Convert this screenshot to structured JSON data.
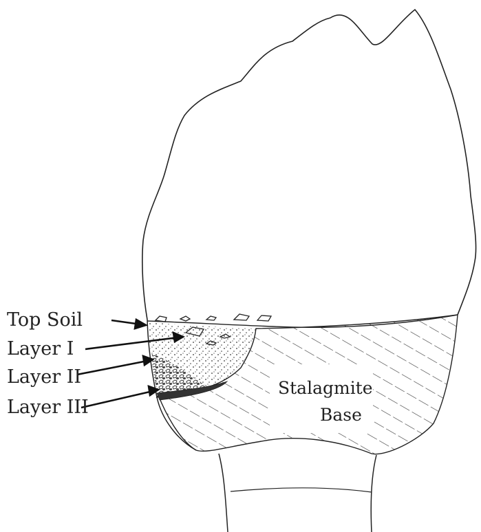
{
  "labels": {
    "top_soil": "Top Soil",
    "layer_1": "Layer I",
    "layer_2": "Layer II",
    "layer_3": "Layer III",
    "stalagmite": "Stalagmite",
    "base": "Base"
  },
  "colors": {
    "ink": "#222222",
    "paper": "#ffffff"
  }
}
